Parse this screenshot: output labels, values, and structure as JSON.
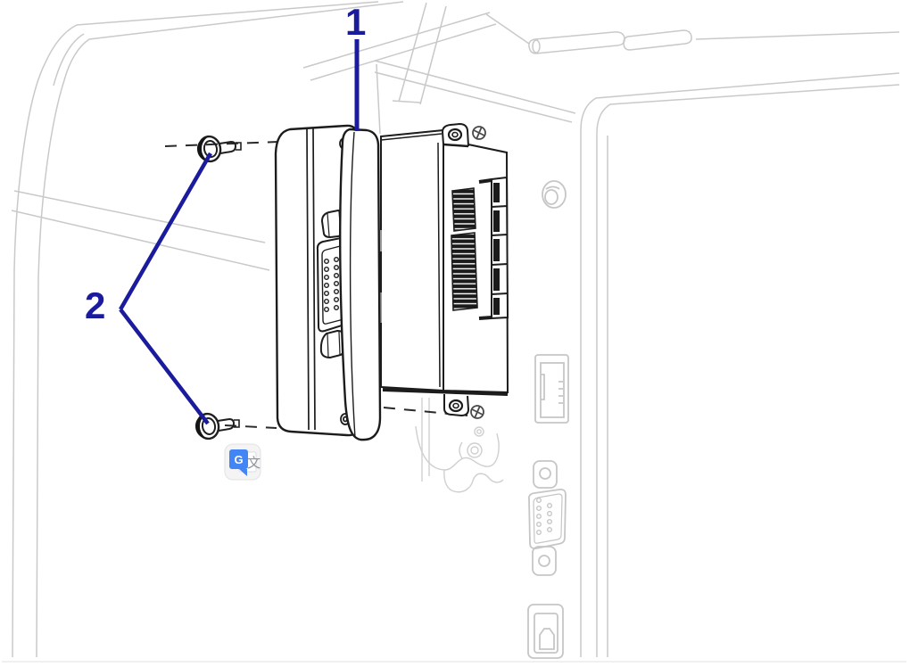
{
  "figure": {
    "type": "exploded-assembly-diagram",
    "subject": "Installing an option board on the rear panel of a printer",
    "background_color": "#ffffff",
    "printer_line_color": "#c9c9c9",
    "part_line_color": "#1c1c1c",
    "callout_color": "#1b1b9e",
    "callouts": [
      {
        "label": "1",
        "points_to": "option-board-cover-plate"
      },
      {
        "label": "2",
        "points_to": "mounting-screws"
      }
    ],
    "parts": [
      {
        "id": "option-board-assembly",
        "callout": "1"
      },
      {
        "id": "mounting-screw-top",
        "callout": "2"
      },
      {
        "id": "mounting-screw-bottom",
        "callout": "2"
      },
      {
        "id": "db15-connector"
      },
      {
        "id": "terminal-blocks"
      },
      {
        "id": "mounting-tab-screws"
      }
    ],
    "printer_features": [
      "media-door-hinge",
      "round-knockout",
      "ethernet-port",
      "serial-db9-port",
      "usb-b-port",
      "option-slot-cutout"
    ]
  },
  "translate_badge": {
    "g_letter": "G",
    "glyph": "文",
    "blue": "#4285f4",
    "glyph_color": "#8f9398",
    "bg": "#f4f4f4"
  }
}
